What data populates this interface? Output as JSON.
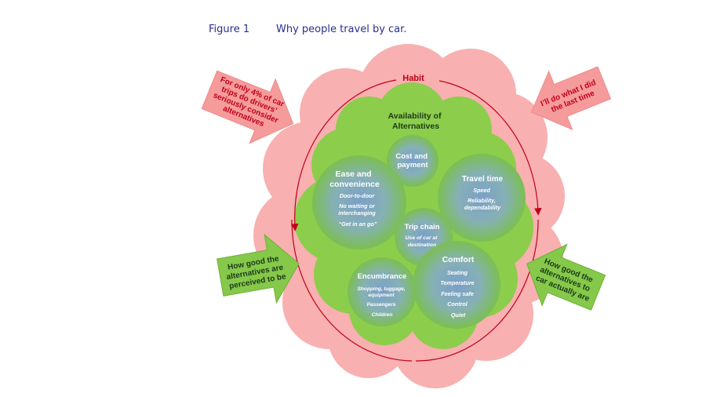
{
  "figure": {
    "number": "Figure 1",
    "title": "Why people travel by car."
  },
  "diagram": {
    "habit_label": "Habit",
    "availability_label_lines": [
      "Availability of",
      "Alternatives"
    ],
    "arrows": {
      "top_left": [
        "For only 4% of car",
        "trips do drivers’",
        "seriously consider",
        "alternatives"
      ],
      "top_right": [
        "I’ll do what I did",
        "the last time"
      ],
      "bottom_left": [
        "How good the",
        "alternatives are",
        "perceived to be"
      ],
      "bottom_right": [
        "How good the",
        "alternatives to",
        "car actually are"
      ]
    },
    "circles": {
      "cost": {
        "label_lines": [
          "Cost and",
          "payment"
        ]
      },
      "ease": {
        "label_lines": [
          "Ease and",
          "convenience"
        ],
        "items": [
          "Door-to-door",
          "No waiting or",
          "interchanging",
          "“Get in an go”"
        ]
      },
      "travel_time": {
        "label": "Travel time",
        "items": [
          "Speed",
          "Reliability,",
          "dependability"
        ]
      },
      "trip_chain": {
        "label": "Trip chain",
        "items": [
          "Use of car at",
          "destination"
        ]
      },
      "encumbrance": {
        "label": "Encumbrance",
        "items": [
          "Shopping, luggage,",
          "equipment",
          "Passengers",
          "Children"
        ]
      },
      "comfort": {
        "label": "Comfort",
        "items": [
          "Seating",
          "Temperature",
          "Feeling safe",
          "Control",
          "Quiet"
        ]
      }
    },
    "colors": {
      "pink_cloud": "#f7aeae",
      "green_cloud": "#8acb4a",
      "red_arrow": "#f59a9a",
      "green_arrow": "#86c84a",
      "habit_red": "#c0001a",
      "circle_center": "#7fa3c4",
      "circle_edge": "#6fb64a"
    }
  }
}
